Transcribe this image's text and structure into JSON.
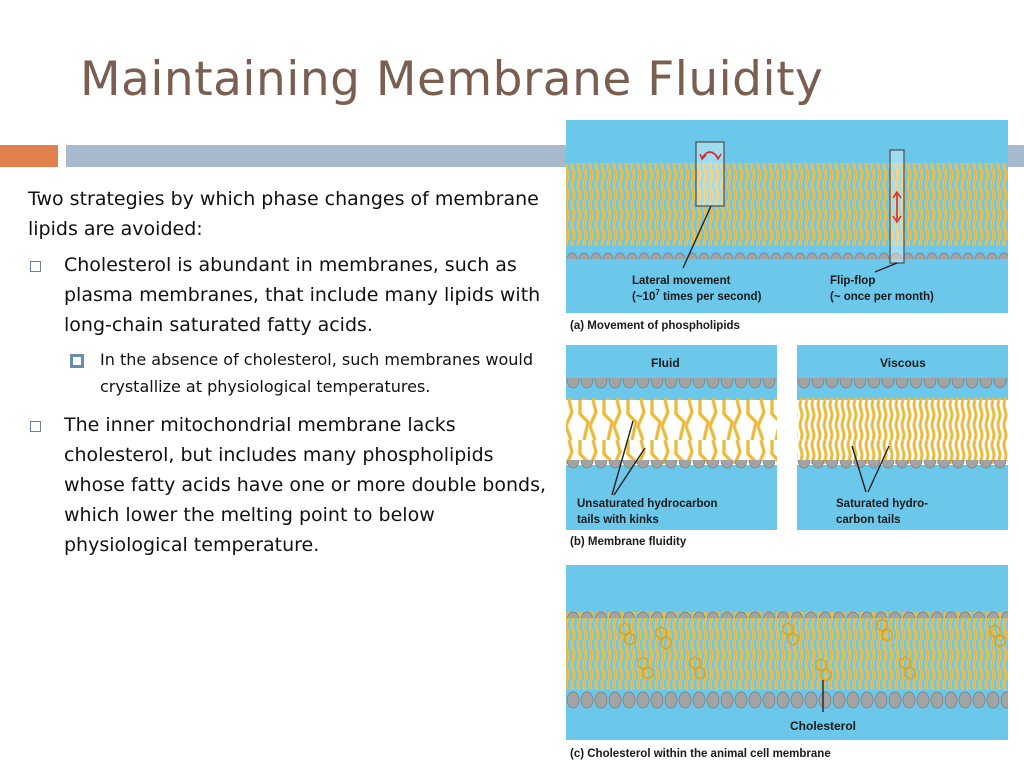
{
  "slide": {
    "title": "Maintaining Membrane Fluidity",
    "intro": "Two strategies by which phase changes of membrane lipids are avoided:",
    "bullets": [
      {
        "text": "Cholesterol is abundant in membranes, such as plasma membranes, that include many lipids with long-chain saturated fatty acids.",
        "sub": "In the absence of cholesterol, such membranes would crystallize at physiological temperatures."
      },
      {
        "text": "The inner mitochondrial membrane lacks cholesterol, but includes many phospholipids whose fatty acids have one or more double bonds, which lower the melting point to below physiological temperature."
      }
    ]
  },
  "figure": {
    "panel_a": {
      "lateral_l1": "Lateral movement",
      "lateral_l2_pre": "(~10",
      "lateral_l2_sup": "7",
      "lateral_l2_post": " times per second)",
      "flip_l1": "Flip-flop",
      "flip_l2": "(~ once per month)",
      "caption": "(a) Movement of phospholipids"
    },
    "panel_b": {
      "fluid": "Fluid",
      "viscous": "Viscous",
      "unsat_l1": "Unsaturated hydrocarbon",
      "unsat_l2": "tails with kinks",
      "sat_l1": "Saturated hydro-",
      "sat_l2": "carbon tails",
      "caption": "(b) Membrane fluidity"
    },
    "panel_c": {
      "cholesterol": "Cholesterol",
      "caption": "(c) Cholesterol within the animal cell membrane"
    }
  },
  "colors": {
    "title": "#7a5f50",
    "accent_orange": "#e0814e",
    "accent_blue": "#a6b9cd",
    "panel_bg": "#6cc8ea",
    "lipid_tail": "#f0c44e",
    "lipid_head": "#a3a3a3"
  }
}
